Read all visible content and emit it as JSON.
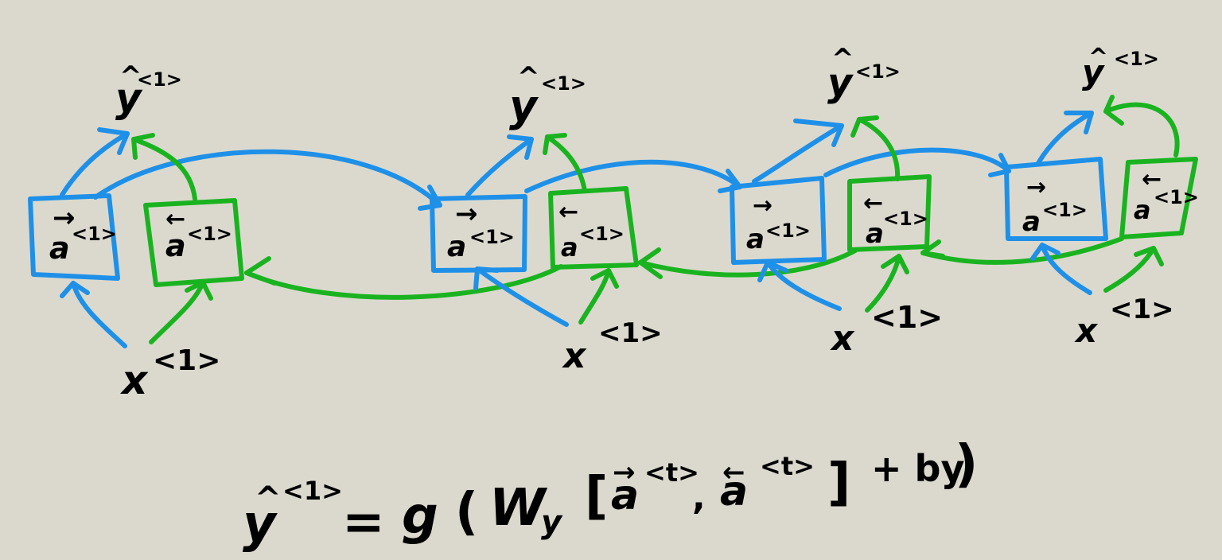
{
  "colors": {
    "background": "#dbd9ce",
    "forward": "#1e90e8",
    "backward": "#1ab320",
    "ink": "#000000"
  },
  "steps": [
    {
      "input": "x",
      "input_sup": "<1>",
      "output": "y",
      "output_hat": "^",
      "output_sup": "<1>",
      "fwd_activation": "a",
      "fwd_sup": "<1>",
      "fwd_arrow": "→",
      "bwd_activation": "a",
      "bwd_sup": "<1>",
      "bwd_arrow": "←"
    },
    {
      "input": "x",
      "input_sup": "<1>",
      "output": "y",
      "output_hat": "^",
      "output_sup": "<1>",
      "fwd_activation": "a",
      "fwd_sup": "<1>",
      "fwd_arrow": "→",
      "bwd_activation": "a",
      "bwd_sup": "<1>",
      "bwd_arrow": "←"
    },
    {
      "input": "x",
      "input_sup": "<1>",
      "output": "y",
      "output_hat": "^",
      "output_sup": "<1>",
      "fwd_activation": "a",
      "fwd_sup": "<1>",
      "fwd_arrow": "→",
      "bwd_activation": "a",
      "bwd_sup": "<1>",
      "bwd_arrow": "←"
    },
    {
      "input": "x",
      "input_sup": "<1>",
      "output": "y",
      "output_hat": "^",
      "output_sup": "<1>",
      "fwd_activation": "a",
      "fwd_sup": "<1>",
      "fwd_arrow": "→",
      "bwd_activation": "a",
      "bwd_sup": "<1>",
      "bwd_arrow": "←"
    }
  ],
  "equation": {
    "lhs": "y",
    "lhs_hat": "^",
    "lhs_sup": "<1>",
    "equals": "=",
    "func": "g",
    "open_paren": "(",
    "weight": "W",
    "weight_sub": "y",
    "open_bracket": "[",
    "fwd": "a",
    "fwd_arrow": "→",
    "fwd_sup": "<t>",
    "comma": ",",
    "bwd": "a",
    "bwd_arrow": "←",
    "bwd_sup": "<t>",
    "close_bracket": "]",
    "bias": "+ by",
    "close_paren": ")"
  }
}
